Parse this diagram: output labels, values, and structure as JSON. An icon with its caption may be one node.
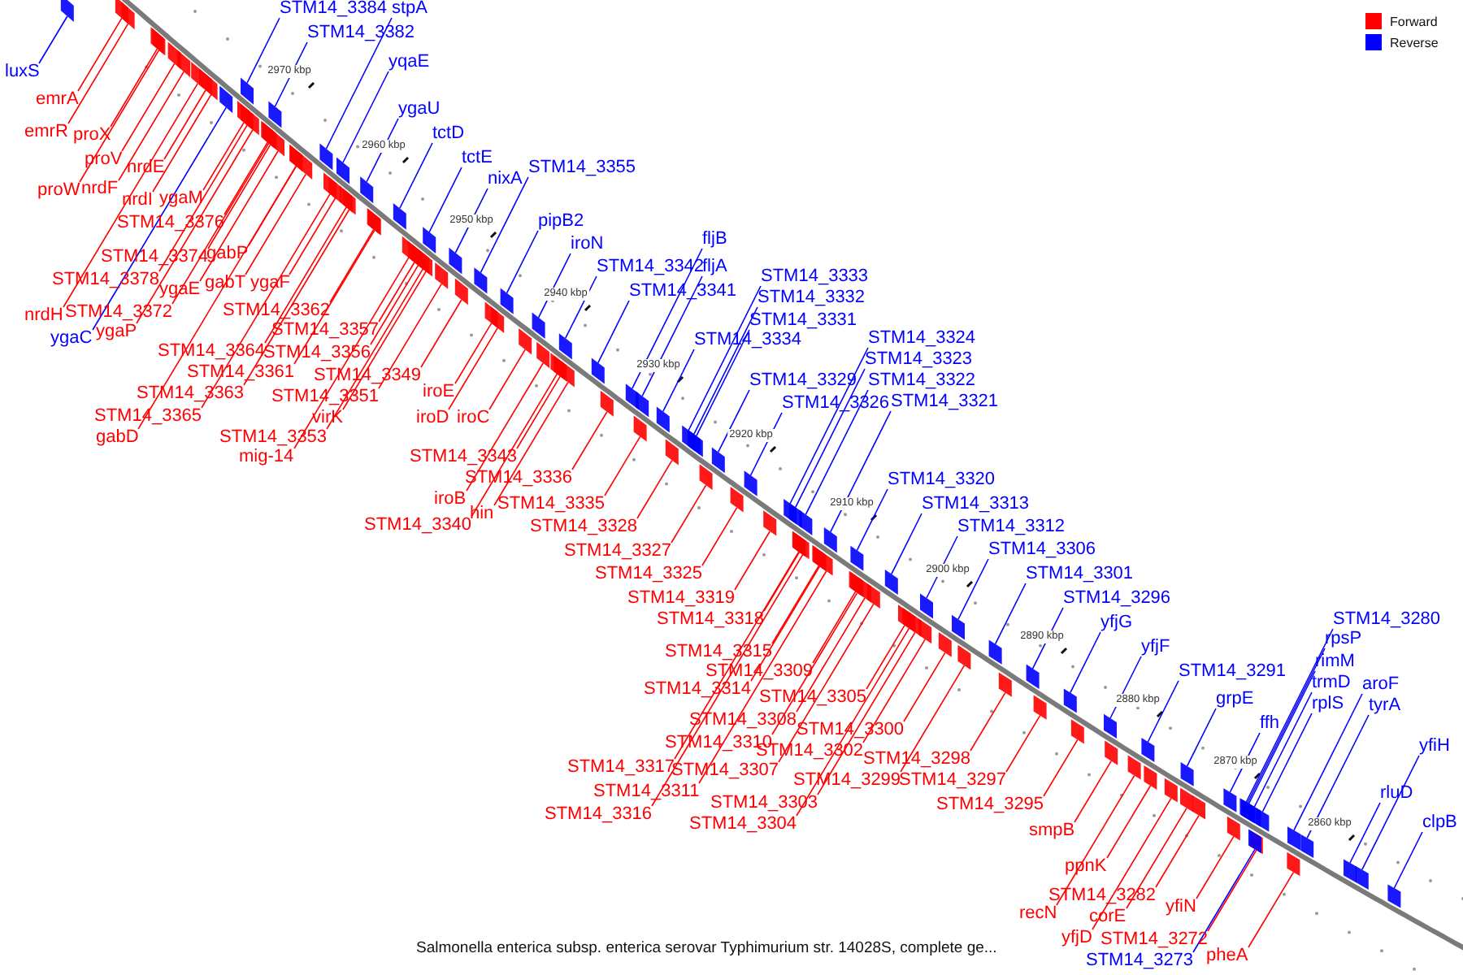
{
  "diagram": {
    "caption": "Salmonella enterica subsp. enterica serovar Typhimurium str. 14028S, complete ge...",
    "nodes": [
      {
        "text": [
          "luxS"
        ]
      },
      {
        "text": [
          "STM14_3384"
        ]
      },
      {
        "text": [
          "stpA"
        ]
      },
      {
        "text": [
          "STM14_3382"
        ]
      },
      {
        "text": [
          "yqaE"
        ]
      },
      {
        "text": [
          "emrA"
        ]
      },
      {
        "text": [
          "ygaU"
        ]
      },
      {
        "text": [
          "emrR"
        ]
      },
      {
        "text": [
          "proX"
        ]
      },
      {
        "text": [
          "tctD"
        ]
      },
      {
        "text": [
          "tctE"
        ]
      },
      {
        "text": [
          "proV"
        ]
      },
      {
        "text": [
          "nrdE"
        ]
      },
      {
        "text": [
          "STM14_3355"
        ]
      },
      {
        "text": [
          "nixA"
        ]
      },
      {
        "text": [
          "nrdF"
        ]
      },
      {
        "text": [
          "proW"
        ]
      },
      {
        "text": [
          "ygaM"
        ]
      },
      {
        "text": [
          "nrdI"
        ]
      },
      {
        "text": [
          "pipB2"
        ]
      },
      {
        "text": [
          "STM14_3376"
        ]
      },
      {
        "text": [
          "fljB"
        ]
      },
      {
        "text": [
          "iroN"
        ]
      },
      {
        "text": [
          "gabP"
        ]
      },
      {
        "text": [
          "STM14_3374"
        ]
      },
      {
        "text": [
          "STM14_3342"
        ]
      },
      {
        "text": [
          "fljA"
        ]
      },
      {
        "text": [
          "STM14_3333"
        ]
      },
      {
        "text": [
          "STM14_3378"
        ]
      },
      {
        "text": [
          "gabT"
        ]
      },
      {
        "text": [
          "ygaF"
        ]
      },
      {
        "text": [
          "ygaE"
        ]
      },
      {
        "text": [
          "STM14_3341"
        ]
      },
      {
        "text": [
          "STM14_3332"
        ]
      },
      {
        "text": [
          "STM14_3362"
        ]
      },
      {
        "text": [
          "STM14_3372"
        ]
      },
      {
        "text": [
          "nrdH"
        ]
      },
      {
        "text": [
          "STM14_3331"
        ]
      },
      {
        "text": [
          "STM14_3357"
        ]
      },
      {
        "text": [
          "ygaP"
        ]
      },
      {
        "text": [
          "ygaC"
        ]
      },
      {
        "text": [
          "STM14_3324"
        ]
      },
      {
        "text": [
          "STM14_3334"
        ]
      },
      {
        "text": [
          "STM14_3364"
        ]
      },
      {
        "text": [
          "STM14_3356"
        ]
      },
      {
        "text": [
          "STM14_3323"
        ]
      },
      {
        "text": [
          "STM14_3361"
        ]
      },
      {
        "text": [
          "STM14_3349"
        ]
      },
      {
        "text": [
          "STM14_3329"
        ]
      },
      {
        "text": [
          "STM14_3322"
        ]
      },
      {
        "text": [
          "iroE"
        ]
      },
      {
        "text": [
          "STM14_3363"
        ]
      },
      {
        "text": [
          "STM14_3351"
        ]
      },
      {
        "text": [
          "STM14_3321"
        ]
      },
      {
        "text": [
          "STM14_3326"
        ]
      },
      {
        "text": [
          "STM14_3365"
        ]
      },
      {
        "text": [
          "iroD"
        ]
      },
      {
        "text": [
          "iroC"
        ]
      },
      {
        "text": [
          "virK"
        ]
      },
      {
        "text": [
          "gabD"
        ]
      },
      {
        "text": [
          "STM14_3353"
        ]
      },
      {
        "text": [
          "mig-14"
        ]
      },
      {
        "text": [
          "STM14_3343"
        ]
      },
      {
        "text": [
          "STM14_3336"
        ]
      },
      {
        "text": [
          "STM14_3320"
        ]
      },
      {
        "text": [
          "iroB"
        ]
      },
      {
        "text": [
          "STM14_3335"
        ]
      },
      {
        "text": [
          "STM14_3313"
        ]
      },
      {
        "text": [
          "hin"
        ]
      },
      {
        "text": [
          "STM14_3340"
        ]
      },
      {
        "text": [
          "STM14_3328"
        ]
      },
      {
        "text": [
          "STM14_3312"
        ]
      },
      {
        "text": [
          "STM14_3306"
        ]
      },
      {
        "text": [
          "STM14_3327"
        ]
      },
      {
        "text": [
          "STM14_3325"
        ]
      },
      {
        "text": [
          "STM14_3301"
        ]
      },
      {
        "text": [
          "STM14_3319"
        ]
      },
      {
        "text": [
          "STM14_3296"
        ]
      },
      {
        "text": [
          "STM14_3318"
        ]
      },
      {
        "text": [
          "STM14_3280"
        ]
      },
      {
        "text": [
          "yfjG"
        ]
      },
      {
        "text": [
          "rpsP"
        ]
      },
      {
        "text": [
          "yfjF"
        ]
      },
      {
        "text": [
          "STM14_3315"
        ]
      },
      {
        "text": [
          "rimM"
        ]
      },
      {
        "text": [
          "STM14_3309"
        ]
      },
      {
        "text": [
          "STM14_3291"
        ]
      },
      {
        "text": [
          "trmD"
        ]
      },
      {
        "text": [
          "aroF"
        ]
      },
      {
        "text": [
          "STM14_3314"
        ]
      },
      {
        "text": [
          "STM14_3305"
        ]
      },
      {
        "text": [
          "grpE"
        ]
      },
      {
        "text": [
          "rplS"
        ]
      },
      {
        "text": [
          "tyrA"
        ]
      },
      {
        "text": [
          "STM14_3308"
        ]
      },
      {
        "text": [
          "ffh"
        ]
      },
      {
        "text": [
          "STM14_3300"
        ]
      },
      {
        "text": [
          "STM14_3310"
        ]
      },
      {
        "text": [
          "yfiH"
        ]
      },
      {
        "text": [
          "STM14_3302"
        ]
      },
      {
        "text": [
          "STM14_3298"
        ]
      },
      {
        "text": [
          "STM14_3317"
        ]
      },
      {
        "text": [
          "STM14_3307"
        ]
      },
      {
        "text": [
          "STM14_3299"
        ]
      },
      {
        "text": [
          "STM14_3297"
        ]
      },
      {
        "text": [
          "STM14_3311"
        ]
      },
      {
        "text": [
          "rluD"
        ]
      },
      {
        "text": [
          "STM14_3303"
        ]
      },
      {
        "text": [
          "STM14_3295"
        ]
      },
      {
        "text": [
          "STM14_3316"
        ]
      },
      {
        "text": [
          "clpB"
        ]
      },
      {
        "text": [
          "STM14_3304"
        ]
      },
      {
        "text": [
          "smpB"
        ]
      },
      {
        "text": [
          "ppnK"
        ]
      },
      {
        "text": [
          "STM14_3282"
        ]
      },
      {
        "text": [
          "yfiN"
        ]
      },
      {
        "text": [
          "recN"
        ]
      },
      {
        "text": [
          "corE"
        ]
      },
      {
        "text": [
          "yfjD"
        ]
      },
      {
        "text": [
          "STM14_3272"
        ]
      },
      {
        "text": [
          "pheA"
        ]
      },
      {
        "text": [
          "STM14_3273"
        ]
      },
      {
        "text": [],
        "shape": "bar"
      },
      {
        "text": [],
        "shape": "bar"
      },
      {
        "text": [],
        "shape": "bar"
      },
      {
        "text": [],
        "shape": "bar"
      },
      {
        "text": [],
        "shape": "bar"
      },
      {
        "text": [],
        "shape": "bar"
      },
      {
        "text": [],
        "shape": "bar"
      },
      {
        "text": [],
        "shape": "bar"
      },
      {
        "text": [],
        "shape": "bar"
      },
      {
        "text": [],
        "shape": "bar"
      },
      {
        "text": [],
        "shape": "bar"
      },
      {
        "text": [],
        "shape": "bar"
      },
      {
        "text": [],
        "shape": "bar"
      },
      {
        "text": [],
        "shape": "bar"
      },
      {
        "text": [],
        "shape": "bar"
      },
      {
        "text": [],
        "shape": "bar"
      },
      {
        "text": [],
        "shape": "bar"
      },
      {
        "text": [],
        "shape": "bar"
      },
      {
        "text": [],
        "shape": "bar"
      },
      {
        "text": [],
        "shape": "bar"
      },
      {
        "text": [],
        "shape": "bar"
      },
      {
        "text": [],
        "shape": "bar"
      },
      {
        "text": [],
        "shape": "bar"
      },
      {
        "text": [],
        "shape": "bar"
      },
      {
        "text": [],
        "shape": "bar"
      },
      {
        "text": [],
        "shape": "bar"
      },
      {
        "text": [],
        "shape": "bar"
      },
      {
        "text": [],
        "shape": "bar"
      },
      {
        "text": [],
        "shape": "bar"
      },
      {
        "text": [],
        "shape": "bar"
      },
      {
        "text": [],
        "shape": "bar"
      },
      {
        "text": [],
        "shape": "bar"
      },
      {
        "text": [],
        "shape": "bar"
      },
      {
        "text": [],
        "shape": "bar"
      },
      {
        "text": [],
        "shape": "bar"
      },
      {
        "text": [],
        "shape": "bar"
      },
      {
        "text": [],
        "shape": "bar"
      },
      {
        "text": [],
        "shape": "bar"
      },
      {
        "text": [],
        "shape": "bar"
      },
      {
        "text": [],
        "shape": "bar"
      },
      {
        "text": [],
        "shape": "bar"
      },
      {
        "text": [],
        "shape": "bar"
      },
      {
        "text": [],
        "shape": "bar"
      },
      {
        "text": [],
        "shape": "bar"
      },
      {
        "text": [],
        "shape": "bar"
      },
      {
        "text": [],
        "shape": "bar"
      },
      {
        "text": [],
        "shape": "bar"
      },
      {
        "text": [],
        "shape": "bar"
      },
      {
        "text": [],
        "shape": "bar"
      },
      {
        "text": [],
        "shape": "bar"
      },
      {
        "text": [],
        "shape": "bar"
      },
      {
        "text": [],
        "shape": "bar"
      },
      {
        "text": [],
        "shape": "bar"
      },
      {
        "text": [],
        "shape": "bar"
      },
      {
        "text": [],
        "shape": "bar"
      },
      {
        "text": [],
        "shape": "bar"
      },
      {
        "text": [],
        "shape": "bar"
      },
      {
        "text": [],
        "shape": "bar"
      },
      {
        "text": [],
        "shape": "bar"
      },
      {
        "text": [],
        "shape": "bar"
      },
      {
        "text": [],
        "shape": "bar"
      },
      {
        "text": [],
        "shape": "bar"
      },
      {
        "text": [],
        "shape": "bar"
      },
      {
        "text": [],
        "shape": "bar"
      },
      {
        "text": [],
        "shape": "bar"
      },
      {
        "text": [],
        "shape": "bar"
      },
      {
        "text": [],
        "shape": "bar"
      },
      {
        "text": [],
        "shape": "bar"
      },
      {
        "text": [],
        "shape": "bar"
      },
      {
        "text": [],
        "shape": "bar"
      },
      {
        "text": [],
        "shape": "bar"
      },
      {
        "text": [],
        "shape": "bar"
      },
      {
        "text": [],
        "shape": "bar"
      },
      {
        "text": [],
        "shape": "bar"
      },
      {
        "text": [],
        "shape": "bar"
      },
      {
        "text": [],
        "shape": "bar"
      },
      {
        "text": [],
        "shape": "bar"
      },
      {
        "text": [],
        "shape": "bar"
      },
      {
        "text": [],
        "shape": "bar"
      },
      {
        "text": [],
        "shape": "bar"
      },
      {
        "text": [],
        "shape": "bar"
      },
      {
        "text": [],
        "shape": "bar"
      },
      {
        "text": [],
        "shape": "bar"
      },
      {
        "text": [],
        "shape": "bar"
      },
      {
        "text": [],
        "shape": "bar"
      },
      {
        "text": [],
        "shape": "bar"
      },
      {
        "text": [],
        "shape": "bar"
      },
      {
        "text": [],
        "shape": "bar"
      },
      {
        "text": [],
        "shape": "bar"
      },
      {
        "text": [],
        "shape": "bar"
      },
      {
        "text": [],
        "shape": "bar"
      },
      {
        "text": [],
        "shape": "bar"
      },
      {
        "text": [],
        "shape": "bar"
      },
      {
        "text": [],
        "shape": "bar"
      },
      {
        "text": [],
        "shape": "bar"
      },
      {
        "text": [],
        "shape": "bar"
      },
      {
        "text": [],
        "shape": "bar"
      },
      {
        "text": [],
        "shape": "bar"
      },
      {
        "text": [],
        "shape": "bar"
      },
      {
        "text": [],
        "shape": "bar"
      },
      {
        "text": [],
        "shape": "bar"
      },
      {
        "text": [],
        "shape": "bar"
      },
      {
        "text": [],
        "shape": "bar"
      },
      {
        "text": [],
        "shape": "bar"
      },
      {
        "text": [],
        "shape": "bar"
      },
      {
        "text": [],
        "shape": "bar"
      },
      {
        "text": [],
        "shape": "bar"
      },
      {
        "text": [],
        "shape": "bar"
      },
      {
        "text": [],
        "shape": "bar"
      },
      {
        "text": [],
        "shape": "bar"
      },
      {
        "text": [],
        "shape": "bar"
      },
      {
        "text": [],
        "shape": "bar"
      },
      {
        "text": [],
        "shape": "bar"
      },
      {
        "text": [],
        "shape": "bar"
      },
      {
        "text": [],
        "shape": "bar"
      },
      {
        "text": [],
        "shape": "bar"
      },
      {
        "text": [],
        "shape": "bar"
      },
      {
        "text": [],
        "shape": "bar"
      },
      {
        "text": [],
        "shape": "bar"
      },
      {
        "text": [],
        "shape": "bar"
      },
      {
        "text": [],
        "shape": "bar"
      },
      {
        "text": [],
        "shape": "bar"
      }
    ],
    "edges": [
      {
        "from": 0,
        "to": 122,
        "arrow": "none",
        "color": "#0000ff"
      },
      {
        "from": 1,
        "to": 123,
        "arrow": "none",
        "color": "#0000ff"
      },
      {
        "from": 2,
        "to": 124,
        "arrow": "none",
        "color": "#0000ff"
      },
      {
        "from": 3,
        "to": 125,
        "arrow": "none",
        "color": "#0000ff"
      },
      {
        "from": 4,
        "to": 126,
        "arrow": "none",
        "color": "#0000ff"
      },
      {
        "from": 5,
        "to": 127,
        "arrow": "none"
      },
      {
        "from": 6,
        "to": 128,
        "arrow": "none",
        "color": "#0000ff"
      },
      {
        "from": 7,
        "to": 129,
        "arrow": "none"
      },
      {
        "from": 8,
        "to": 130,
        "arrow": "none"
      },
      {
        "from": 9,
        "to": 131,
        "arrow": "none",
        "color": "#0000ff"
      },
      {
        "from": 10,
        "to": 132,
        "arrow": "none",
        "color": "#0000ff"
      },
      {
        "from": 11,
        "to": 133,
        "arrow": "none"
      },
      {
        "from": 12,
        "to": 134,
        "arrow": "none"
      },
      {
        "from": 13,
        "to": 135,
        "arrow": "none",
        "color": "#0000ff"
      },
      {
        "from": 14,
        "to": 136,
        "arrow": "none",
        "color": "#0000ff"
      },
      {
        "from": 15,
        "to": 137,
        "arrow": "none"
      },
      {
        "from": 16,
        "to": 138,
        "arrow": "none"
      },
      {
        "from": 17,
        "to": 139,
        "arrow": "none"
      },
      {
        "from": 18,
        "to": 140,
        "arrow": "none"
      },
      {
        "from": 19,
        "to": 141,
        "arrow": "none",
        "color": "#0000ff"
      },
      {
        "from": 20,
        "to": 142,
        "arrow": "none"
      },
      {
        "from": 21,
        "to": 143,
        "arrow": "none",
        "color": "#0000ff"
      },
      {
        "from": 22,
        "to": 144,
        "arrow": "none",
        "color": "#0000ff"
      },
      {
        "from": 23,
        "to": 145,
        "arrow": "none"
      },
      {
        "from": 24,
        "to": 146,
        "arrow": "none"
      },
      {
        "from": 25,
        "to": 147,
        "arrow": "none",
        "color": "#0000ff"
      },
      {
        "from": 26,
        "to": 148,
        "arrow": "none",
        "color": "#0000ff"
      },
      {
        "from": 27,
        "to": 149,
        "arrow": "none",
        "color": "#0000ff"
      },
      {
        "from": 28,
        "to": 150,
        "arrow": "none"
      },
      {
        "from": 29,
        "to": 151,
        "arrow": "none"
      },
      {
        "from": 30,
        "to": 152,
        "arrow": "none"
      },
      {
        "from": 31,
        "to": 153,
        "arrow": "none"
      },
      {
        "from": 32,
        "to": 154,
        "arrow": "none",
        "color": "#0000ff"
      },
      {
        "from": 33,
        "to": 155,
        "arrow": "none",
        "color": "#0000ff"
      },
      {
        "from": 34,
        "to": 156,
        "arrow": "none"
      },
      {
        "from": 35,
        "to": 157,
        "arrow": "none"
      },
      {
        "from": 36,
        "to": 158,
        "arrow": "none"
      },
      {
        "from": 37,
        "to": 159,
        "arrow": "none",
        "color": "#0000ff"
      },
      {
        "from": 38,
        "to": 160,
        "arrow": "none"
      },
      {
        "from": 39,
        "to": 161,
        "arrow": "none"
      },
      {
        "from": 40,
        "to": 162,
        "arrow": "none",
        "color": "#0000ff"
      },
      {
        "from": 41,
        "to": 163,
        "arrow": "none",
        "color": "#0000ff"
      },
      {
        "from": 42,
        "to": 164,
        "arrow": "none",
        "color": "#0000ff"
      },
      {
        "from": 43,
        "to": 165,
        "arrow": "none"
      },
      {
        "from": 44,
        "to": 166,
        "arrow": "none"
      },
      {
        "from": 45,
        "to": 167,
        "arrow": "none",
        "color": "#0000ff"
      },
      {
        "from": 46,
        "to": 168,
        "arrow": "none"
      },
      {
        "from": 47,
        "to": 169,
        "arrow": "none"
      },
      {
        "from": 48,
        "to": 170,
        "arrow": "none",
        "color": "#0000ff"
      },
      {
        "from": 49,
        "to": 171,
        "arrow": "none",
        "color": "#0000ff"
      },
      {
        "from": 50,
        "to": 172,
        "arrow": "none"
      },
      {
        "from": 51,
        "to": 173,
        "arrow": "none"
      },
      {
        "from": 52,
        "to": 174,
        "arrow": "none"
      },
      {
        "from": 53,
        "to": 175,
        "arrow": "none",
        "color": "#0000ff"
      },
      {
        "from": 54,
        "to": 176,
        "arrow": "none",
        "color": "#0000ff"
      },
      {
        "from": 55,
        "to": 177,
        "arrow": "none"
      },
      {
        "from": 56,
        "to": 178,
        "arrow": "none"
      },
      {
        "from": 57,
        "to": 179,
        "arrow": "none"
      },
      {
        "from": 58,
        "to": 180,
        "arrow": "none"
      },
      {
        "from": 59,
        "to": 181,
        "arrow": "none"
      },
      {
        "from": 60,
        "to": 182,
        "arrow": "none"
      },
      {
        "from": 61,
        "to": 183,
        "arrow": "none"
      },
      {
        "from": 62,
        "to": 184,
        "arrow": "none"
      },
      {
        "from": 63,
        "to": 185,
        "arrow": "none"
      },
      {
        "from": 64,
        "to": 186,
        "arrow": "none",
        "color": "#0000ff"
      },
      {
        "from": 65,
        "to": 187,
        "arrow": "none"
      },
      {
        "from": 66,
        "to": 188,
        "arrow": "none"
      },
      {
        "from": 67,
        "to": 189,
        "arrow": "none",
        "color": "#0000ff"
      },
      {
        "from": 68,
        "to": 190,
        "arrow": "none"
      },
      {
        "from": 69,
        "to": 191,
        "arrow": "none"
      },
      {
        "from": 70,
        "to": 192,
        "arrow": "none"
      },
      {
        "from": 71,
        "to": 193,
        "arrow": "none",
        "color": "#0000ff"
      },
      {
        "from": 72,
        "to": 194,
        "arrow": "none",
        "color": "#0000ff"
      },
      {
        "from": 73,
        "to": 195,
        "arrow": "none"
      },
      {
        "from": 74,
        "to": 196,
        "arrow": "none"
      },
      {
        "from": 75,
        "to": 197,
        "arrow": "none",
        "color": "#0000ff"
      },
      {
        "from": 76,
        "to": 198,
        "arrow": "none"
      },
      {
        "from": 77,
        "to": 199,
        "arrow": "none",
        "color": "#0000ff"
      },
      {
        "from": 78,
        "to": 200,
        "arrow": "none"
      },
      {
        "from": 79,
        "to": 201,
        "arrow": "none",
        "color": "#0000ff"
      },
      {
        "from": 80,
        "to": 202,
        "arrow": "none",
        "color": "#0000ff"
      },
      {
        "from": 81,
        "to": 203,
        "arrow": "none",
        "color": "#0000ff"
      },
      {
        "from": 82,
        "to": 204,
        "arrow": "none",
        "color": "#0000ff"
      },
      {
        "from": 83,
        "to": 205,
        "arrow": "none"
      },
      {
        "from": 84,
        "to": 206,
        "arrow": "none",
        "color": "#0000ff"
      },
      {
        "from": 85,
        "to": 207,
        "arrow": "none"
      },
      {
        "from": 86,
        "to": 208,
        "arrow": "none",
        "color": "#0000ff"
      },
      {
        "from": 87,
        "to": 209,
        "arrow": "none",
        "color": "#0000ff"
      },
      {
        "from": 88,
        "to": 210,
        "arrow": "none",
        "color": "#0000ff"
      },
      {
        "from": 89,
        "to": 211,
        "arrow": "none"
      },
      {
        "from": 90,
        "to": 212,
        "arrow": "none"
      },
      {
        "from": 91,
        "to": 213,
        "arrow": "none",
        "color": "#0000ff"
      },
      {
        "from": 92,
        "to": 214,
        "arrow": "none",
        "color": "#0000ff"
      },
      {
        "from": 93,
        "to": 215,
        "arrow": "none",
        "color": "#0000ff"
      },
      {
        "from": 94,
        "to": 216,
        "arrow": "none"
      },
      {
        "from": 95,
        "to": 217,
        "arrow": "none",
        "color": "#0000ff"
      },
      {
        "from": 96,
        "to": 218,
        "arrow": "none"
      },
      {
        "from": 97,
        "to": 219,
        "arrow": "none"
      },
      {
        "from": 98,
        "to": 220,
        "arrow": "none",
        "color": "#0000ff"
      },
      {
        "from": 99,
        "to": 221,
        "arrow": "none"
      },
      {
        "from": 100,
        "to": 222,
        "arrow": "none"
      },
      {
        "from": 101,
        "to": 223,
        "arrow": "none"
      },
      {
        "from": 102,
        "to": 224,
        "arrow": "none"
      },
      {
        "from": 103,
        "to": 225,
        "arrow": "none"
      },
      {
        "from": 104,
        "to": 226,
        "arrow": "none"
      },
      {
        "from": 105,
        "to": 227,
        "arrow": "none"
      },
      {
        "from": 106,
        "to": 228,
        "arrow": "none",
        "color": "#0000ff"
      },
      {
        "from": 107,
        "to": 229,
        "arrow": "none"
      },
      {
        "from": 108,
        "to": 230,
        "arrow": "none"
      },
      {
        "from": 109,
        "to": 231,
        "arrow": "none"
      },
      {
        "from": 110,
        "to": 232,
        "arrow": "none",
        "color": "#0000ff"
      },
      {
        "from": 111,
        "to": 233,
        "arrow": "none"
      },
      {
        "from": 112,
        "to": 234,
        "arrow": "none"
      },
      {
        "from": 113,
        "to": 235,
        "arrow": "none"
      },
      {
        "from": 114,
        "to": 236,
        "arrow": "none"
      },
      {
        "from": 115,
        "to": 237,
        "arrow": "none"
      },
      {
        "from": 116,
        "to": 238,
        "arrow": "none"
      },
      {
        "from": 117,
        "to": 239,
        "arrow": "none"
      },
      {
        "from": 118,
        "to": 240,
        "arrow": "none"
      },
      {
        "from": 119,
        "to": 241,
        "arrow": "none"
      },
      {
        "from": 120,
        "to": 242,
        "arrow": "none"
      },
      {
        "from": 121,
        "to": 243,
        "arrow": "none",
        "color": "#0000ff"
      }
    ],
    "labels": [
      "2970 kbp",
      "2960 kbp",
      "2950 kbp",
      "2940 kbp",
      "2930 kbp",
      "2920 kbp",
      "2910 kbp",
      "2900 kbp",
      "2890 kbp",
      "2880 kbp",
      "2870 kbp",
      "2860 kbp"
    ],
    "legend": [
      {
        "text": "Forward",
        "color": "#ff0000"
      },
      {
        "text": "Reverse",
        "color": "#0000ff"
      }
    ]
  }
}
